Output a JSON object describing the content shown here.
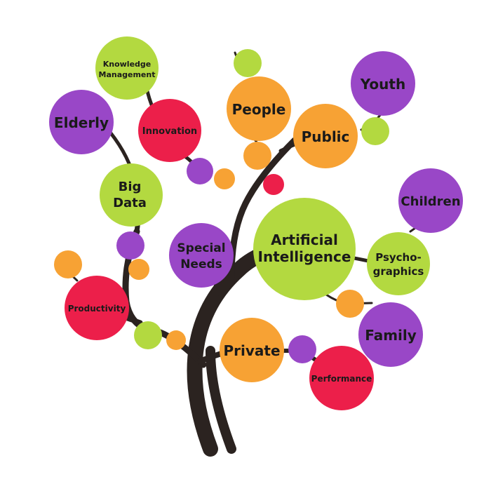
{
  "colors": {
    "trunk": "#2b2320",
    "green": "#b3d940",
    "orange": "#f7a234",
    "purple": "#9947c7",
    "red": "#ec1f4a"
  },
  "nodes": {
    "knowledge_management": {
      "line1": "Knowledge",
      "line2": "Management",
      "color": "green"
    },
    "innovation": {
      "label": "Innovation",
      "color": "red"
    },
    "elderly": {
      "label": "Elderly",
      "color": "purple"
    },
    "big_data": {
      "line1": "Big",
      "line2": "Data",
      "color": "green"
    },
    "people": {
      "label": "People",
      "color": "orange"
    },
    "youth": {
      "label": "Youth",
      "color": "purple"
    },
    "public": {
      "label": "Public",
      "color": "orange"
    },
    "children": {
      "label": "Children",
      "color": "purple"
    },
    "special_needs": {
      "line1": "Special",
      "line2": "Needs",
      "color": "purple"
    },
    "artificial_intelligence": {
      "line1": "Artificial",
      "line2": "Intelligence",
      "color": "green"
    },
    "psychographics": {
      "line1": "Psycho-",
      "line2": "graphics",
      "color": "green"
    },
    "productivity": {
      "label": "Productivity",
      "color": "red"
    },
    "family": {
      "label": "Family",
      "color": "purple"
    },
    "private": {
      "label": "Private",
      "color": "orange"
    },
    "performance": {
      "label": "Performance",
      "color": "red"
    }
  }
}
